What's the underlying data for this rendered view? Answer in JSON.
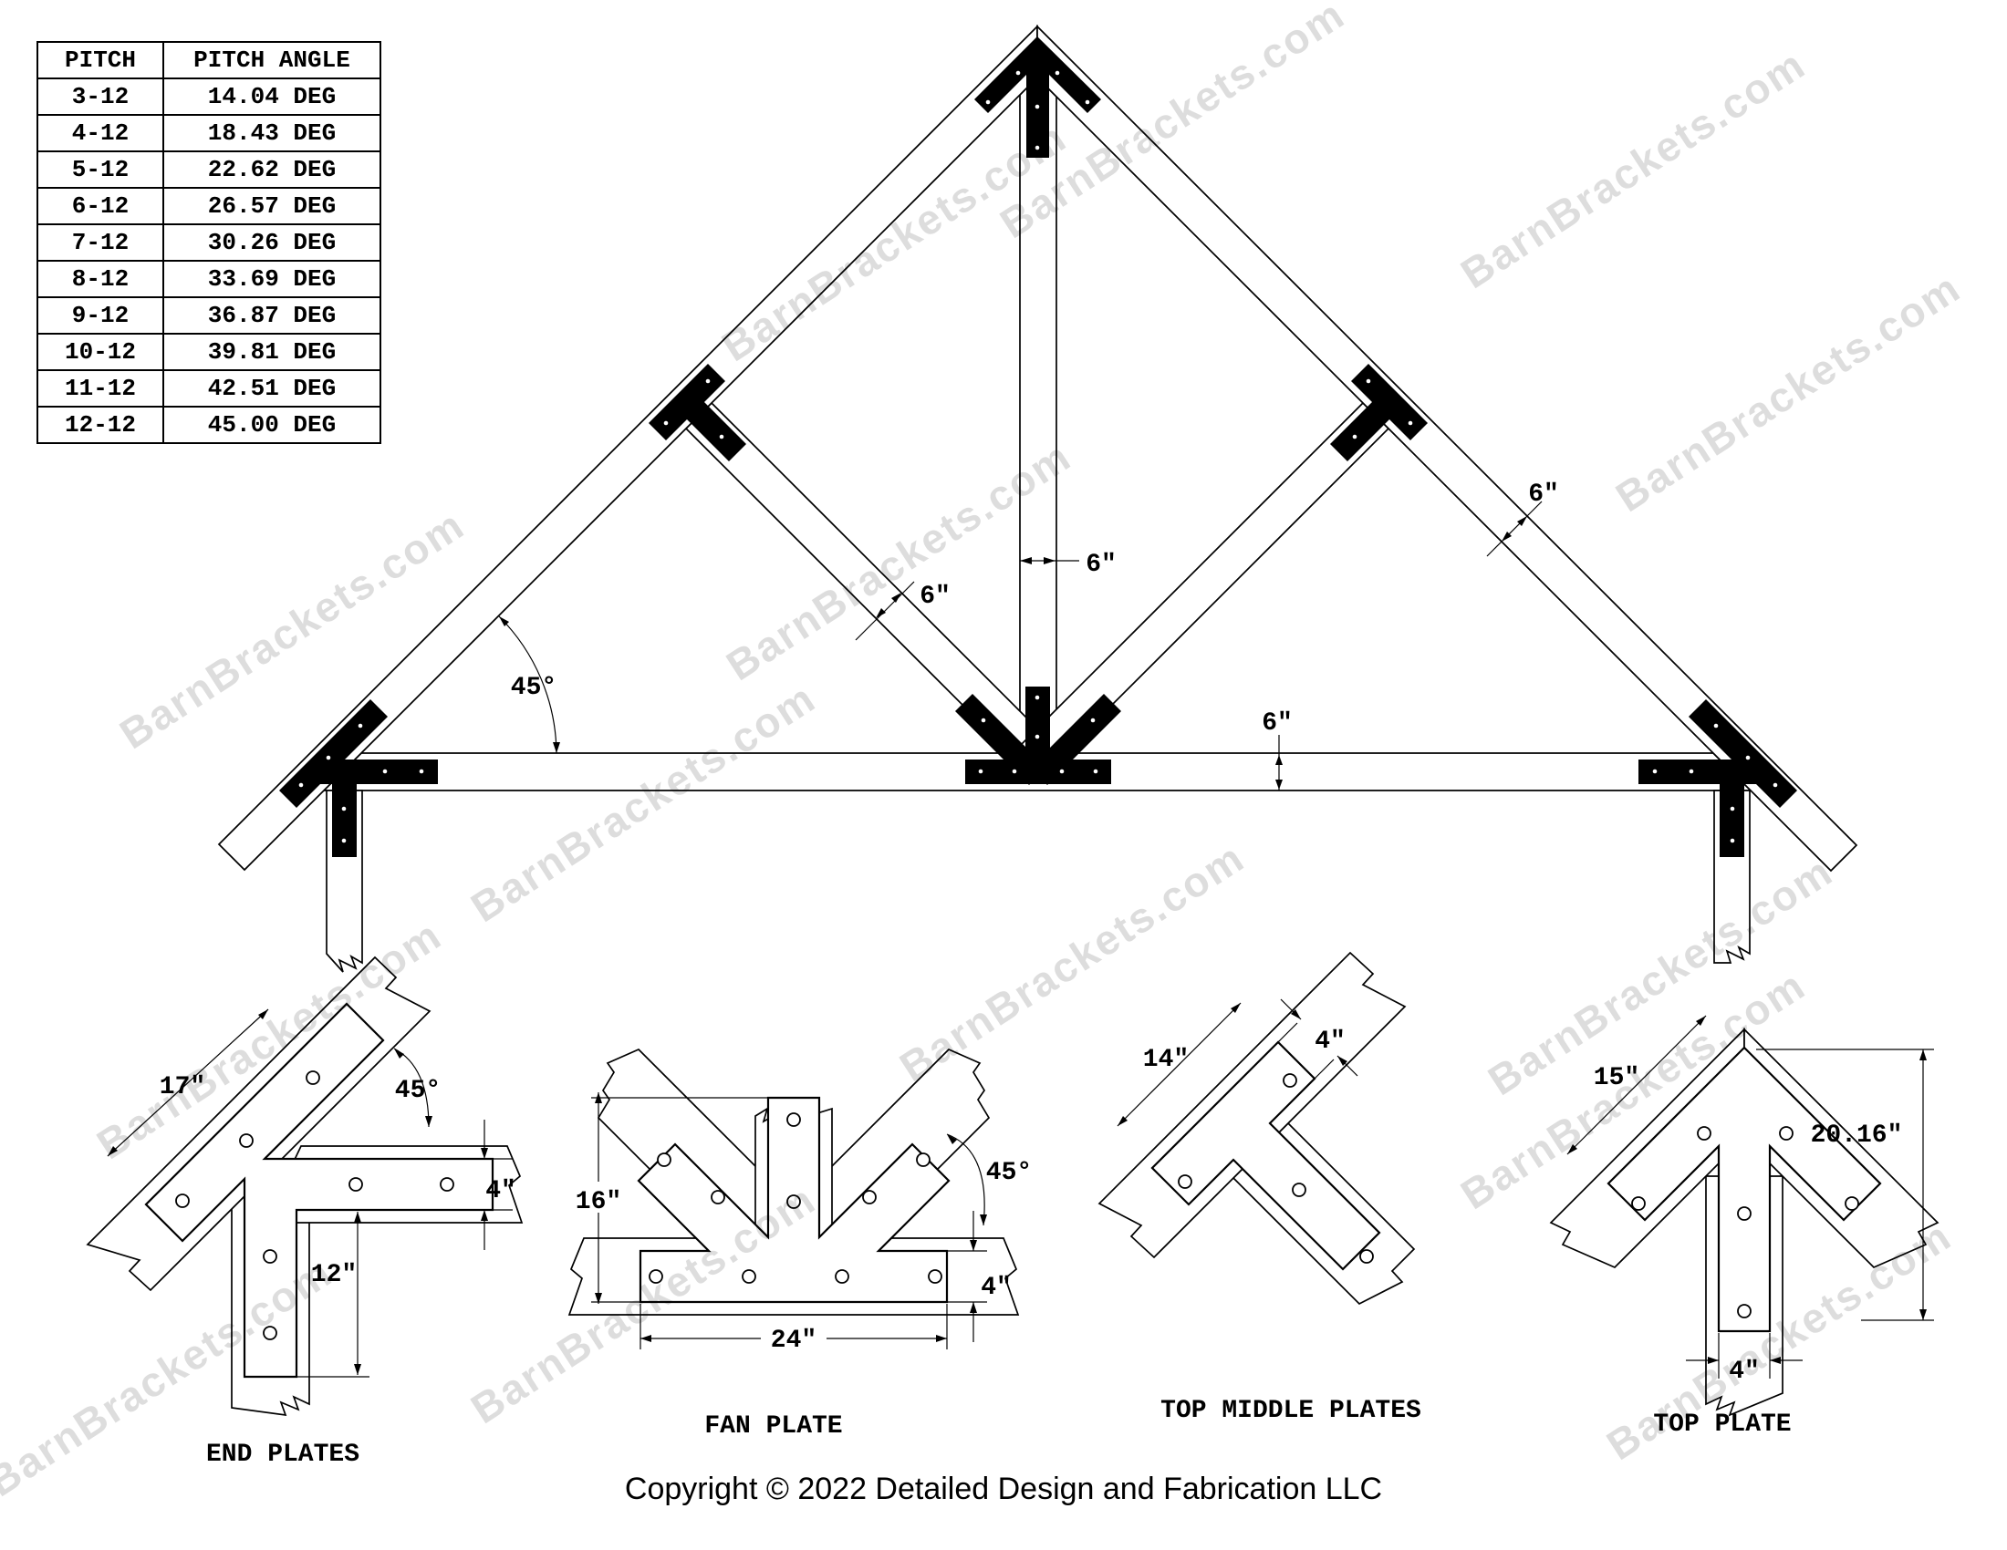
{
  "watermark_text": "BarnBrackets.com",
  "footer": {
    "copyright": "Copyright © 2022 Detailed Design and Fabrication LLC"
  },
  "pitch_table": {
    "headers": [
      "PITCH",
      "PITCH ANGLE"
    ],
    "rows": [
      [
        "3-12",
        "14.04 DEG"
      ],
      [
        "4-12",
        "18.43 DEG"
      ],
      [
        "5-12",
        "22.62 DEG"
      ],
      [
        "6-12",
        "26.57 DEG"
      ],
      [
        "7-12",
        "30.26 DEG"
      ],
      [
        "8-12",
        "33.69 DEG"
      ],
      [
        "9-12",
        "36.87 DEG"
      ],
      [
        "10-12",
        "39.81 DEG"
      ],
      [
        "11-12",
        "42.51 DEG"
      ],
      [
        "12-12",
        "45.00 DEG"
      ]
    ]
  },
  "truss": {
    "dims": {
      "king_post_width": "6\"",
      "web_width": "6\"",
      "rafter_width": "6\"",
      "chord_height": "6\"",
      "heel_angle": "45°"
    }
  },
  "details": {
    "end_plates": {
      "caption": "END PLATES",
      "dim_length": "17\"",
      "dim_angle": "45°",
      "dim_width": "4\"",
      "dim_drop": "12\""
    },
    "fan_plate": {
      "caption": "FAN PLATE",
      "dim_height": "16\"",
      "dim_angle": "45°",
      "dim_width": "4\"",
      "dim_base": "24\""
    },
    "top_middle_plates": {
      "caption": "TOP MIDDLE PLATES",
      "dim_length": "14\"",
      "dim_width": "4\""
    },
    "top_plate": {
      "caption": "TOP PLATE",
      "dim_length": "15\"",
      "dim_height": "20.16\"",
      "dim_width": "4\""
    }
  },
  "colors": {
    "line": "#000000",
    "background": "#ffffff",
    "watermark_gray": "#bbbbbb",
    "bracket_fill": "#000000"
  }
}
